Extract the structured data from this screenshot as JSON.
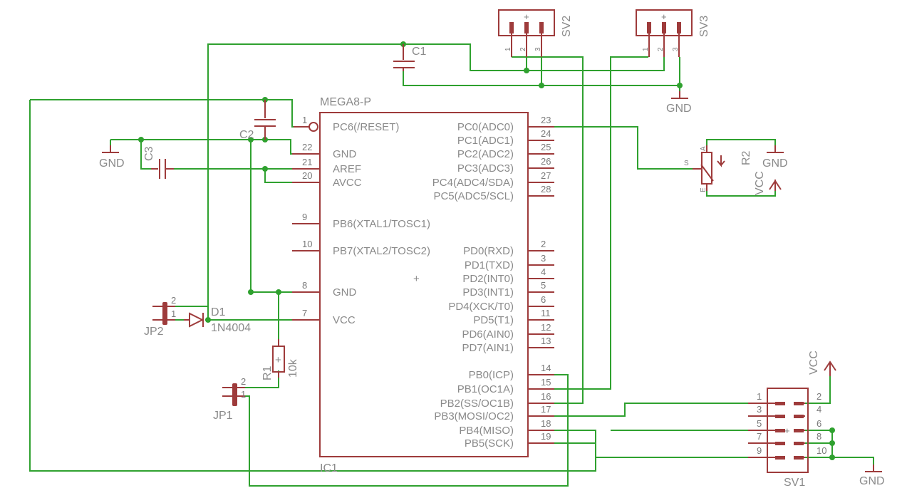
{
  "ic1": {
    "name": "IC1",
    "value": "MEGA8-P",
    "left_pins": [
      {
        "num": "1",
        "label": "PC6(/RESET)"
      },
      {
        "num": "22",
        "label": "GND"
      },
      {
        "num": "21",
        "label": "AREF"
      },
      {
        "num": "20",
        "label": "AVCC"
      },
      {
        "num": "9",
        "label": "PB6(XTAL1/TOSC1)"
      },
      {
        "num": "10",
        "label": "PB7(XTAL2/TOSC2)"
      },
      {
        "num": "8",
        "label": "GND"
      },
      {
        "num": "7",
        "label": "VCC"
      }
    ],
    "right_pins": [
      {
        "num": "23",
        "label": "PC0(ADC0)"
      },
      {
        "num": "24",
        "label": "PC1(ADC1)"
      },
      {
        "num": "25",
        "label": "PC2(ADC2)"
      },
      {
        "num": "26",
        "label": "PC3(ADC3)"
      },
      {
        "num": "27",
        "label": "PC4(ADC4/SDA)"
      },
      {
        "num": "28",
        "label": "PC5(ADC5/SCL)"
      },
      {
        "num": "2",
        "label": "PD0(RXD)"
      },
      {
        "num": "3",
        "label": "PD1(TXD)"
      },
      {
        "num": "4",
        "label": "PD2(INT0)"
      },
      {
        "num": "5",
        "label": "PD3(INT1)"
      },
      {
        "num": "6",
        "label": "PD4(XCK/T0)"
      },
      {
        "num": "11",
        "label": "PD5(T1)"
      },
      {
        "num": "12",
        "label": "PD6(AIN0)"
      },
      {
        "num": "13",
        "label": "PD7(AIN1)"
      },
      {
        "num": "14",
        "label": "PB0(ICP)"
      },
      {
        "num": "15",
        "label": "PB1(OC1A)"
      },
      {
        "num": "16",
        "label": "PB2(SS/OC1B)"
      },
      {
        "num": "17",
        "label": "PB3(MOSI/OC2)"
      },
      {
        "num": "18",
        "label": "PB4(MISO)"
      },
      {
        "num": "19",
        "label": "PB5(SCK)"
      }
    ]
  },
  "capacitors": {
    "c1": "C1",
    "c2": "C2",
    "c3": "C3"
  },
  "resistors": {
    "r1": "R1",
    "r1_value": "10k",
    "r2": "R2"
  },
  "potentiometer": {
    "pin_s": "S",
    "pin_a": "A",
    "pin_e": "E"
  },
  "diode": {
    "name": "D1",
    "value": "1N4004"
  },
  "jumpers": {
    "jp1": {
      "name": "JP1",
      "pin1": "1",
      "pin2": "2"
    },
    "jp2": {
      "name": "JP2",
      "pin1": "1",
      "pin2": "2"
    }
  },
  "servo_headers": {
    "sv2": {
      "name": "SV2",
      "pins": [
        "1",
        "2",
        "3"
      ]
    },
    "sv3": {
      "name": "SV3",
      "pins": [
        "1",
        "2",
        "3"
      ]
    }
  },
  "isp_header": {
    "name": "SV1",
    "left_pins": [
      "1",
      "3",
      "5",
      "7",
      "9"
    ],
    "right_pins": [
      "2",
      "4",
      "6",
      "8",
      "10"
    ]
  },
  "supply": {
    "gnd": "GND",
    "vcc": "VCC"
  },
  "colors": {
    "wire": "#2fa12f",
    "part": "#9e3b3b",
    "text": "#8a8a8a"
  }
}
